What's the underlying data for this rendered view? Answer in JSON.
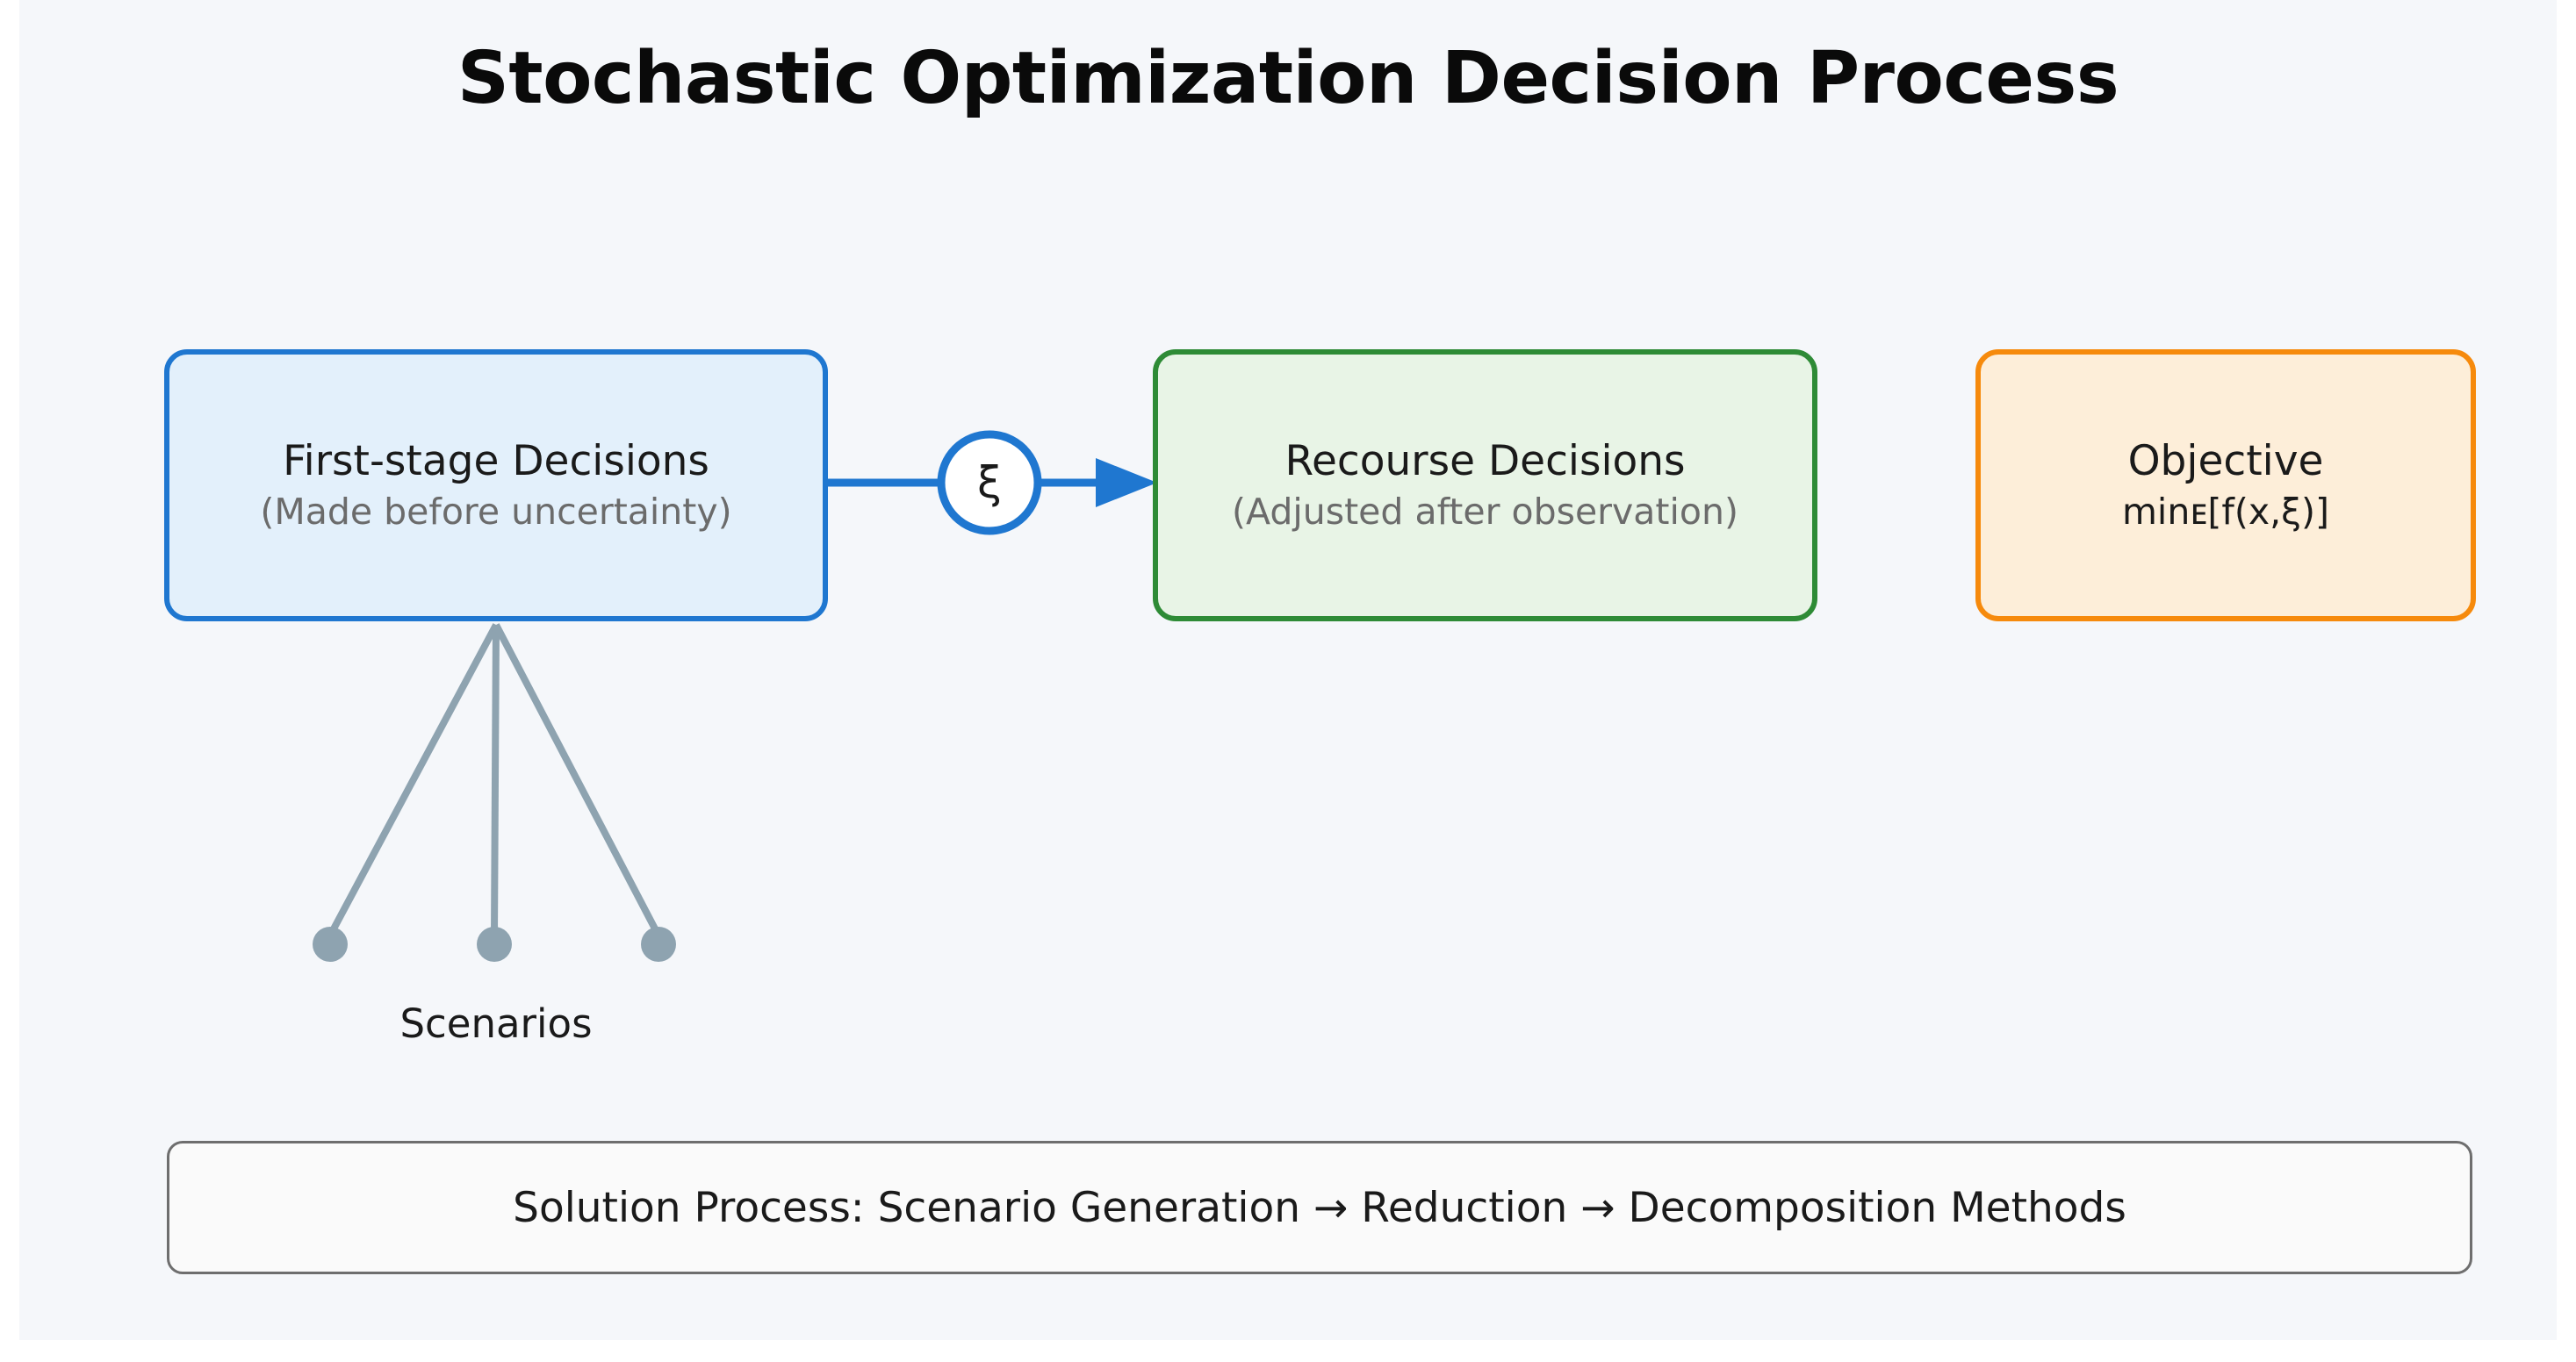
{
  "page": {
    "title": "Stochastic Optimization Decision Process",
    "background_color": "#f5f7fa"
  },
  "nodes": {
    "first_stage": {
      "title": "First-stage Decisions",
      "subtitle": "(Made before uncertainty)",
      "fill_color": "#e3f0fb",
      "border_color": "#1f77d0"
    },
    "recourse": {
      "title": "Recourse Decisions",
      "subtitle": "(Adjusted after observation)",
      "fill_color": "#e8f4e6",
      "border_color": "#2e8b36"
    },
    "objective": {
      "title": "Objective",
      "formula": "minᴇ[f(x,ξ)]",
      "fill_color": "#fdeed9",
      "border_color": "#f68a0c"
    }
  },
  "edges": {
    "uncertainty": {
      "label": "ξ",
      "color": "#1f77d0",
      "from": "first_stage",
      "to": "recourse"
    },
    "scenarios": {
      "label": "Scenarios",
      "color": "#8ea3b0",
      "count": 3
    }
  },
  "banner": {
    "text": "Solution Process: Scenario Generation → Reduction → Decomposition Methods",
    "border_color": "#6e6e6e",
    "fill_color": "#fafafa"
  }
}
